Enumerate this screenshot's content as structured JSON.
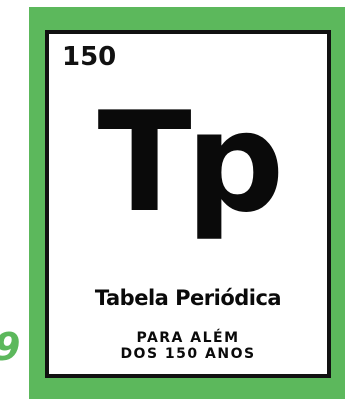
{
  "element": {
    "atomic_number": "150",
    "symbol": "Tp",
    "title": "Tabela Periódica",
    "subtitle_line1": "PARA ALÉM",
    "subtitle_line2": "DOS 150 ANOS"
  },
  "edge_glyph": "9",
  "colors": {
    "frame_green": "#5cb85c",
    "ink": "#0a0a0a",
    "background": "#ffffff"
  }
}
